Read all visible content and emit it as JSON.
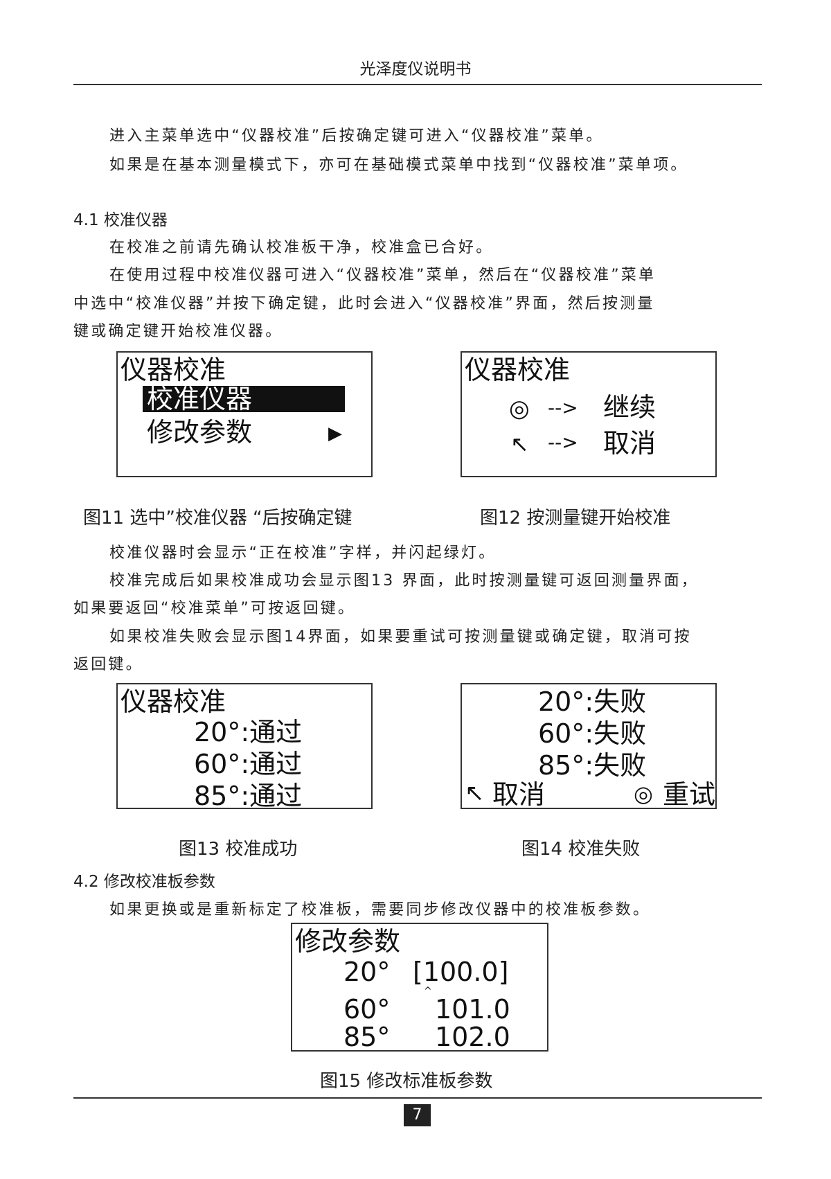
{
  "header": {
    "title": "光泽度仪说明书"
  },
  "intro": [
    "进入主菜单选中“仪器校准”后按确定键可进入“仪器校准”菜单。",
    "如果是在基本测量模式下，亦可在基础模式菜单中找到“仪器校准”菜单项。"
  ],
  "s41": {
    "heading": "4.1 校准仪器",
    "p1": "在校准之前请先确认校准板干净，校准盒已合好。",
    "p2a": "在使用过程中校准仪器可进入“仪器校准”菜单，然后在“仪器校准”菜单",
    "p2b": "中选中“校准仪器”并按下确定键，此时会进入“仪器校准”界面，然后按测量",
    "p2c": "键或确定键开始校准仪器。"
  },
  "fig11": {
    "title": "仪器校准",
    "item1": "校准仪器",
    "item2": "修改参数",
    "arrow": "▶",
    "caption": "图11 选中”校准仪器 “后按确定键"
  },
  "fig12": {
    "title": "仪器校准",
    "sym1": "◎",
    "sym2": "↖",
    "arrow": "-->",
    "opt1": "继续",
    "opt2": "取消",
    "caption": "图12 按测量键开始校准"
  },
  "mid": {
    "p1": "校准仪器时会显示“正在校准”字样，并闪起绿灯。",
    "p2a": "校准完成后如果校准成功会显示图13 界面，此时按测量键可返回测量界面，",
    "p2b": "如果要返回“校准菜单”可按返回键。",
    "p3a": "如果校准失败会显示图14界面，如果要重试可按测量键或确定键，取消可按",
    "p3b": "返回键。"
  },
  "fig13": {
    "title": "仪器校准",
    "rows": [
      "20°:通过",
      "60°:通过",
      "85°:通过"
    ],
    "caption": "图13 校准成功"
  },
  "fig14": {
    "rows": [
      "20°:失败",
      "60°:失败",
      "85°:失败"
    ],
    "cancel_sym": "↖",
    "cancel": "取消",
    "retry_sym": "◎",
    "retry": "重试",
    "caption": "图14 校准失败"
  },
  "s42": {
    "heading": "4.2 修改校准板参数",
    "p1": "如果更换或是重新标定了校准板，需要同步修改仪器中的校准板参数。"
  },
  "fig15": {
    "title": "修改参数",
    "angles": [
      "20°",
      "60°",
      "85°"
    ],
    "values": [
      "[100.0]",
      "101.0",
      "102.0"
    ],
    "cursor": "^",
    "caption": "图15 修改标准板参数"
  },
  "footer": {
    "page": "7"
  }
}
